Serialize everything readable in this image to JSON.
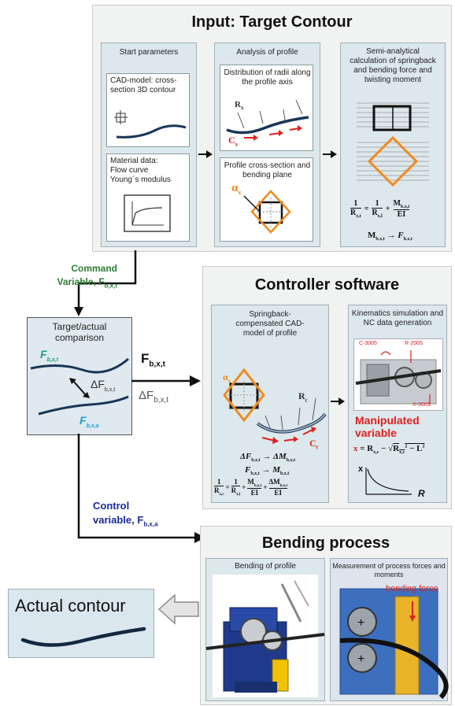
{
  "input_section": {
    "title": "Input: Target Contour",
    "start_parameters": {
      "heading": "Start parameters",
      "cad_label": "CAD-model: cross-section 3D contour",
      "material_label": "Material data:",
      "material_items": [
        "Flow curve",
        "Young´s modulus"
      ]
    },
    "analysis": {
      "heading": "Analysis of profile",
      "radii_label": "Distribution of radii along the profile axis",
      "r_label": "R",
      "r_sub": "x",
      "c_label": "C",
      "c_sub": "x",
      "cross_section_label": "Profile cross-section and bending plane",
      "alpha_label": "α",
      "alpha_sub": "x"
    },
    "calculation": {
      "heading": "Semi-analytical calculation of springback and bending force and twisting moment",
      "formula1_lhs": "1 / R_x,t",
      "formula1_rhs": "= 1 / R_x,l + M_b,x,t / EI",
      "formula2": "M_b,x,t → F_b,x,t"
    }
  },
  "command_variable": {
    "label": "Command",
    "label2": "Variable, F",
    "sub": "b,x,t"
  },
  "comparison": {
    "heading": "Target/actual comparison",
    "target_label": "F",
    "target_sub": "b,x,t",
    "delta_label": "ΔF",
    "delta_sub": "b,x,t",
    "actual_label": "F",
    "actual_sub": "b,x,a"
  },
  "arrow_labels": {
    "fbxt": "F",
    "fbxt_sub": "b,x,t",
    "delta": "ΔF",
    "delta_sub": "b,x,t"
  },
  "controller_section": {
    "title": "Controller software",
    "springback": {
      "heading": "Springback-compensated CAD-model of profile",
      "alpha": "α",
      "alpha_sub": "x",
      "r_label": "R",
      "r_sub": "c",
      "c_label": "C",
      "c_sub": "t",
      "line1": "ΔF_b,x,t → ΔM_b,x,t",
      "line2": "F_b,x,t → M_b,x,t",
      "line3": "1/R_x,c = 1/R_x,l + M_b,x,t/EI + ΔM_b,x,t/EI"
    },
    "kinematics": {
      "heading": "Kinematics simulation and NC data generation",
      "axis_c": "C-3005",
      "axis_r": "R-2005",
      "axis_x": "X-3005",
      "manipulated_label": "Manipulated variable",
      "formula": "x = R_x,c − √(R_x,c² − L²)",
      "plot_x": "x",
      "plot_r": "R"
    }
  },
  "control_variable": {
    "label": "Control",
    "label2": "variable, F",
    "sub": "b,x,a"
  },
  "bending_section": {
    "title": "Bending process",
    "bending_profile_label": "Bending of profile",
    "measurement_label": "Measurement of process forces and moments",
    "bending_force_label": "bending force"
  },
  "actual_contour": {
    "label": "Actual contour"
  },
  "colors": {
    "green": "#2e7d32",
    "blue": "#1a2a9c",
    "red": "#e02020",
    "orange": "#f08a1c",
    "teal": "#1aa07a",
    "cyan": "#1e9fd6"
  }
}
